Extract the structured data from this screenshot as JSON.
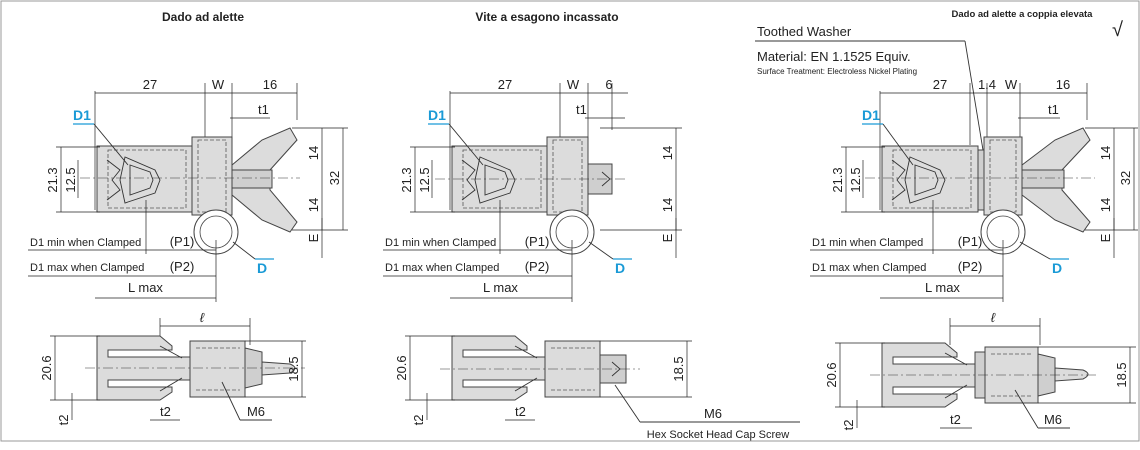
{
  "headings": {
    "left": "Dado ad alette",
    "middle": "Vite a esagono incassato",
    "right": "Dado ad alette a coppia elevata"
  },
  "checkmark": "√",
  "annotations": {
    "toothed_washer": "Toothed Washer",
    "material": "Material: EN 1.1525 Equiv.",
    "surface": "Surface Treatment: Electroless Nickel Plating",
    "hex_socket": "Hex Socket Head Cap Screw"
  },
  "labels": {
    "d1": "D1",
    "d": "D",
    "d1_min": "D1 min when Clamped",
    "d1_max": "D1 max when Clamped",
    "p1": "(P1)",
    "p2": "(P2)",
    "lmax": "L  max",
    "m6": "M6",
    "ell": "ℓ",
    "t1": "t1",
    "t2": "t2",
    "w": "W",
    "e": "E"
  },
  "dims": {
    "d27": "27",
    "d16": "16",
    "d6": "6",
    "d1_4": "1.4",
    "d14": "14",
    "d32": "32",
    "d21_3": "21.3",
    "d12_5": "12.5",
    "d20_6": "20.6",
    "d18_5": "18.5"
  }
}
